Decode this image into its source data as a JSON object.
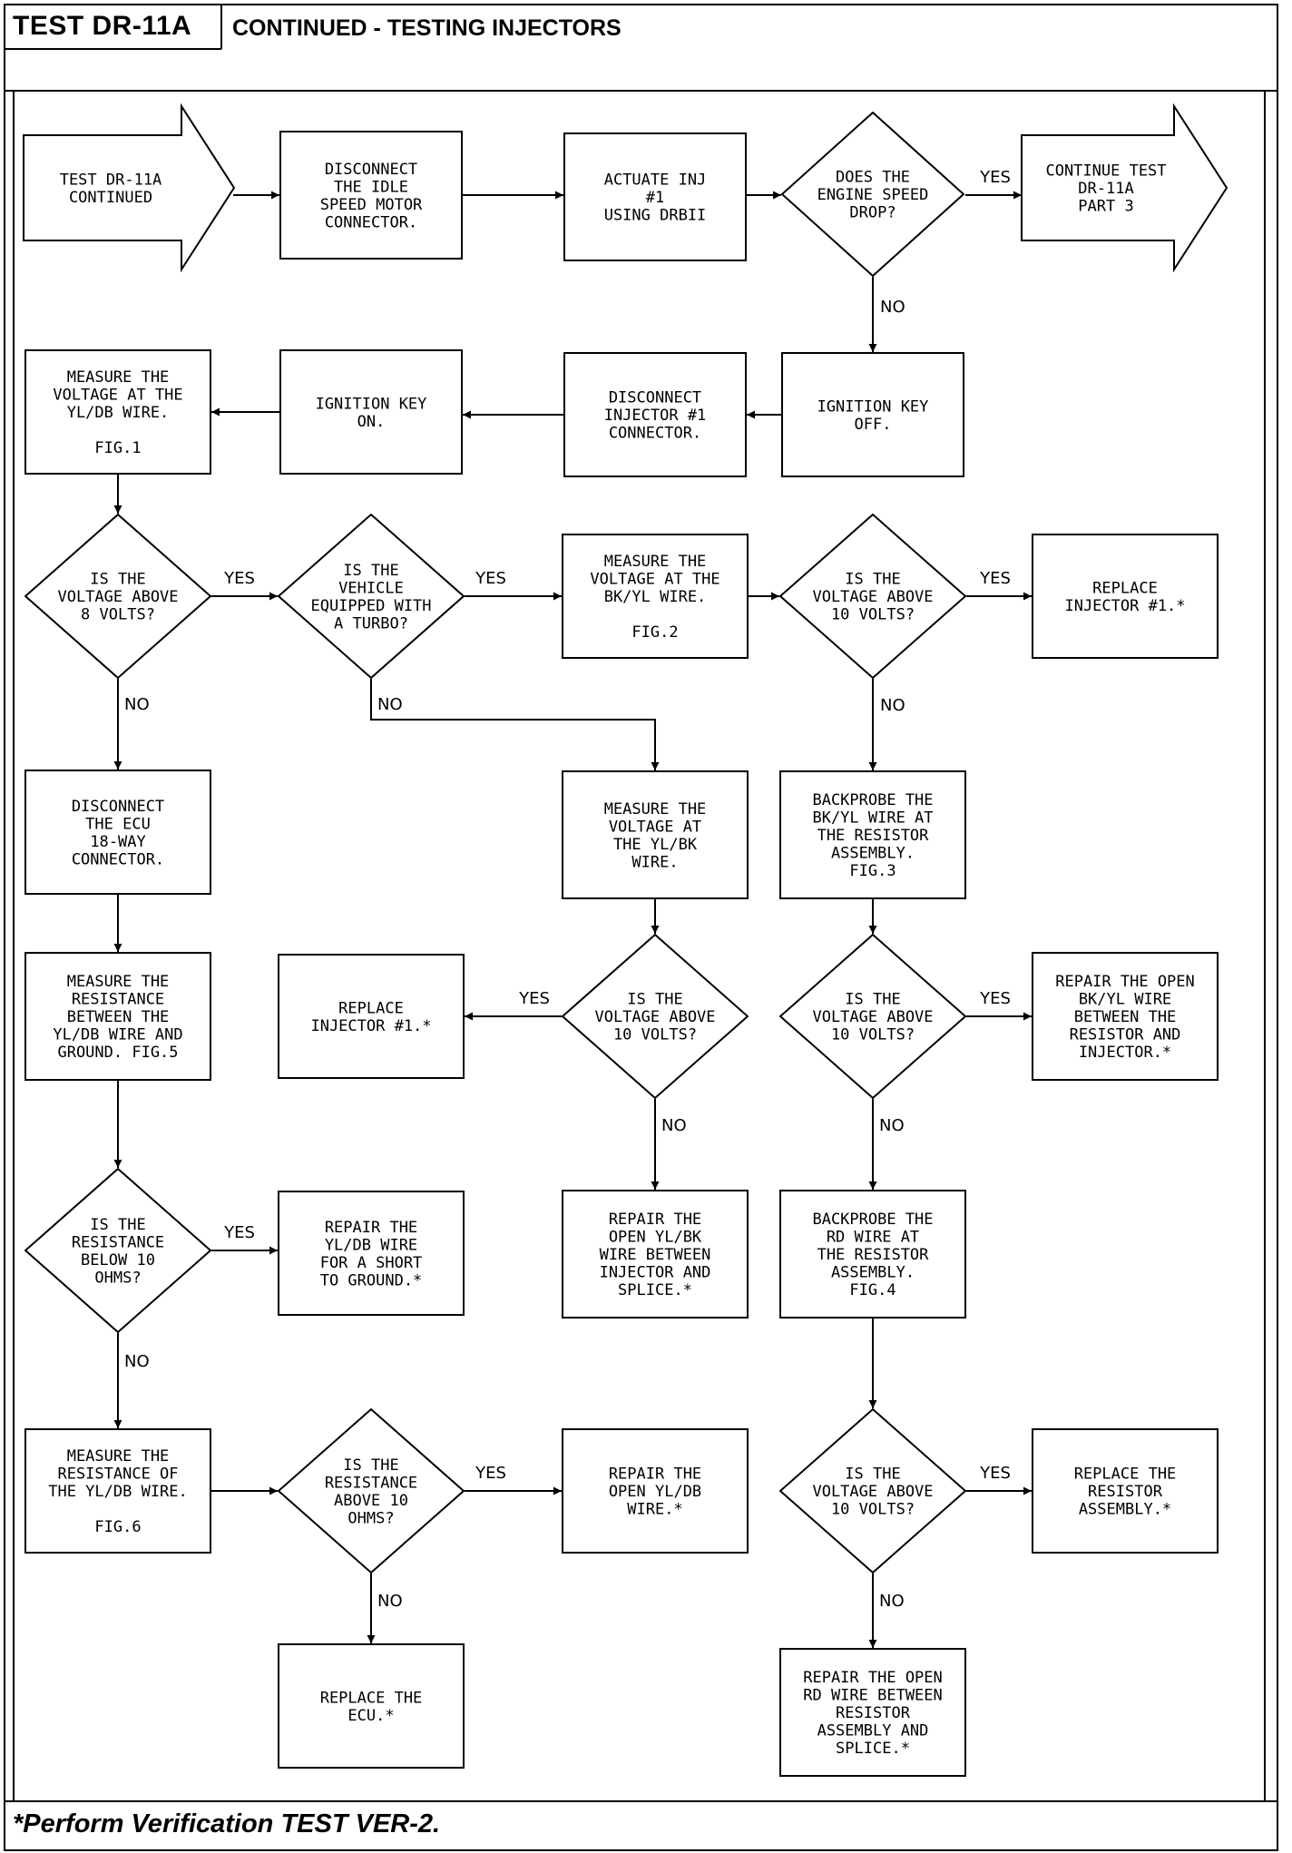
{
  "header": {
    "title": "TEST DR-11A",
    "subtitle": "CONTINUED - TESTING INJECTORS"
  },
  "footer": "*Perform Verification TEST VER-2.",
  "nodes": {
    "start": [
      "TEST DR-11A",
      "CONTINUED"
    ],
    "disc_isc": [
      "DISCONNECT",
      "THE IDLE",
      "SPEED MOTOR",
      "CONNECTOR."
    ],
    "actuate": [
      "ACTUATE INJ",
      "#1",
      "USING DRBII"
    ],
    "d_speed": [
      "DOES THE",
      "ENGINE SPEED",
      "DROP?"
    ],
    "continue": [
      "CONTINUE TEST",
      "DR-11A",
      "PART 3"
    ],
    "ign_off": [
      "IGNITION KEY",
      "OFF."
    ],
    "disc_inj": [
      "DISCONNECT",
      "INJECTOR #1",
      "CONNECTOR."
    ],
    "ign_on": [
      "IGNITION KEY",
      "ON."
    ],
    "meas_yldb": [
      "MEASURE THE",
      "VOLTAGE AT THE",
      "YL/DB WIRE.",
      "",
      "FIG.1"
    ],
    "d_8v": [
      "IS THE",
      "VOLTAGE ABOVE",
      "8 VOLTS?"
    ],
    "d_turbo": [
      "IS THE",
      "VEHICLE",
      "EQUIPPED WITH",
      "A TURBO?"
    ],
    "meas_bkyl": [
      "MEASURE THE",
      "VOLTAGE AT THE",
      "BK/YL WIRE.",
      "",
      "FIG.2"
    ],
    "d_10v_a": [
      "IS THE",
      "VOLTAGE ABOVE",
      "10 VOLTS?"
    ],
    "repl_inj_a": [
      "REPLACE",
      "INJECTOR #1.*"
    ],
    "disc_ecu": [
      "DISCONNECT",
      "THE ECU",
      "18-WAY",
      "CONNECTOR."
    ],
    "meas_ylbk": [
      "MEASURE THE",
      "VOLTAGE AT",
      "THE YL/BK",
      "WIRE."
    ],
    "backprobe_bkyl": [
      "BACKPROBE THE",
      "BK/YL WIRE AT",
      "THE RESISTOR",
      "ASSEMBLY.",
      "FIG.3"
    ],
    "meas_res_gnd": [
      "MEASURE THE",
      "RESISTANCE",
      "BETWEEN THE",
      "YL/DB WIRE AND",
      "GROUND. FIG.5"
    ],
    "repl_inj_b": [
      "REPLACE",
      "INJECTOR #1.*"
    ],
    "d_10v_b": [
      "IS THE",
      "VOLTAGE ABOVE",
      "10 VOLTS?"
    ],
    "d_10v_c": [
      "IS THE",
      "VOLTAGE ABOVE",
      "10 VOLTS?"
    ],
    "repair_bkyl": [
      "REPAIR THE OPEN",
      "BK/YL WIRE",
      "BETWEEN THE",
      "RESISTOR AND",
      "INJECTOR.*"
    ],
    "d_res10": [
      "IS THE",
      "RESISTANCE",
      "BELOW 10",
      "OHMS?"
    ],
    "repair_short": [
      "REPAIR THE",
      "YL/DB WIRE",
      "FOR A SHORT",
      "TO GROUND.*"
    ],
    "repair_ylbk": [
      "REPAIR THE",
      "OPEN YL/BK",
      "WIRE BETWEEN",
      "INJECTOR AND",
      "SPLICE.*"
    ],
    "backprobe_rd": [
      "BACKPROBE THE",
      "RD WIRE AT",
      "THE RESISTOR",
      "ASSEMBLY.",
      "FIG.4"
    ],
    "meas_res_yldb": [
      "MEASURE THE",
      "RESISTANCE OF",
      "THE YL/DB WIRE.",
      "",
      "FIG.6"
    ],
    "d_res_above": [
      "IS THE",
      "RESISTANCE",
      "ABOVE 10",
      "OHMS?"
    ],
    "repair_yldb": [
      "REPAIR THE",
      "OPEN YL/DB",
      "WIRE.*"
    ],
    "d_10v_d": [
      "IS THE",
      "VOLTAGE ABOVE",
      "10 VOLTS?"
    ],
    "repl_resistor": [
      "REPLACE THE",
      "RESISTOR",
      "ASSEMBLY.*"
    ],
    "repl_ecu": [
      "REPLACE THE",
      "ECU.*"
    ],
    "repair_rd": [
      "REPAIR THE OPEN",
      "RD WIRE BETWEEN",
      "RESISTOR",
      "ASSEMBLY AND",
      "SPLICE.*"
    ]
  },
  "labels": {
    "yes": "YES",
    "no": "NO"
  }
}
